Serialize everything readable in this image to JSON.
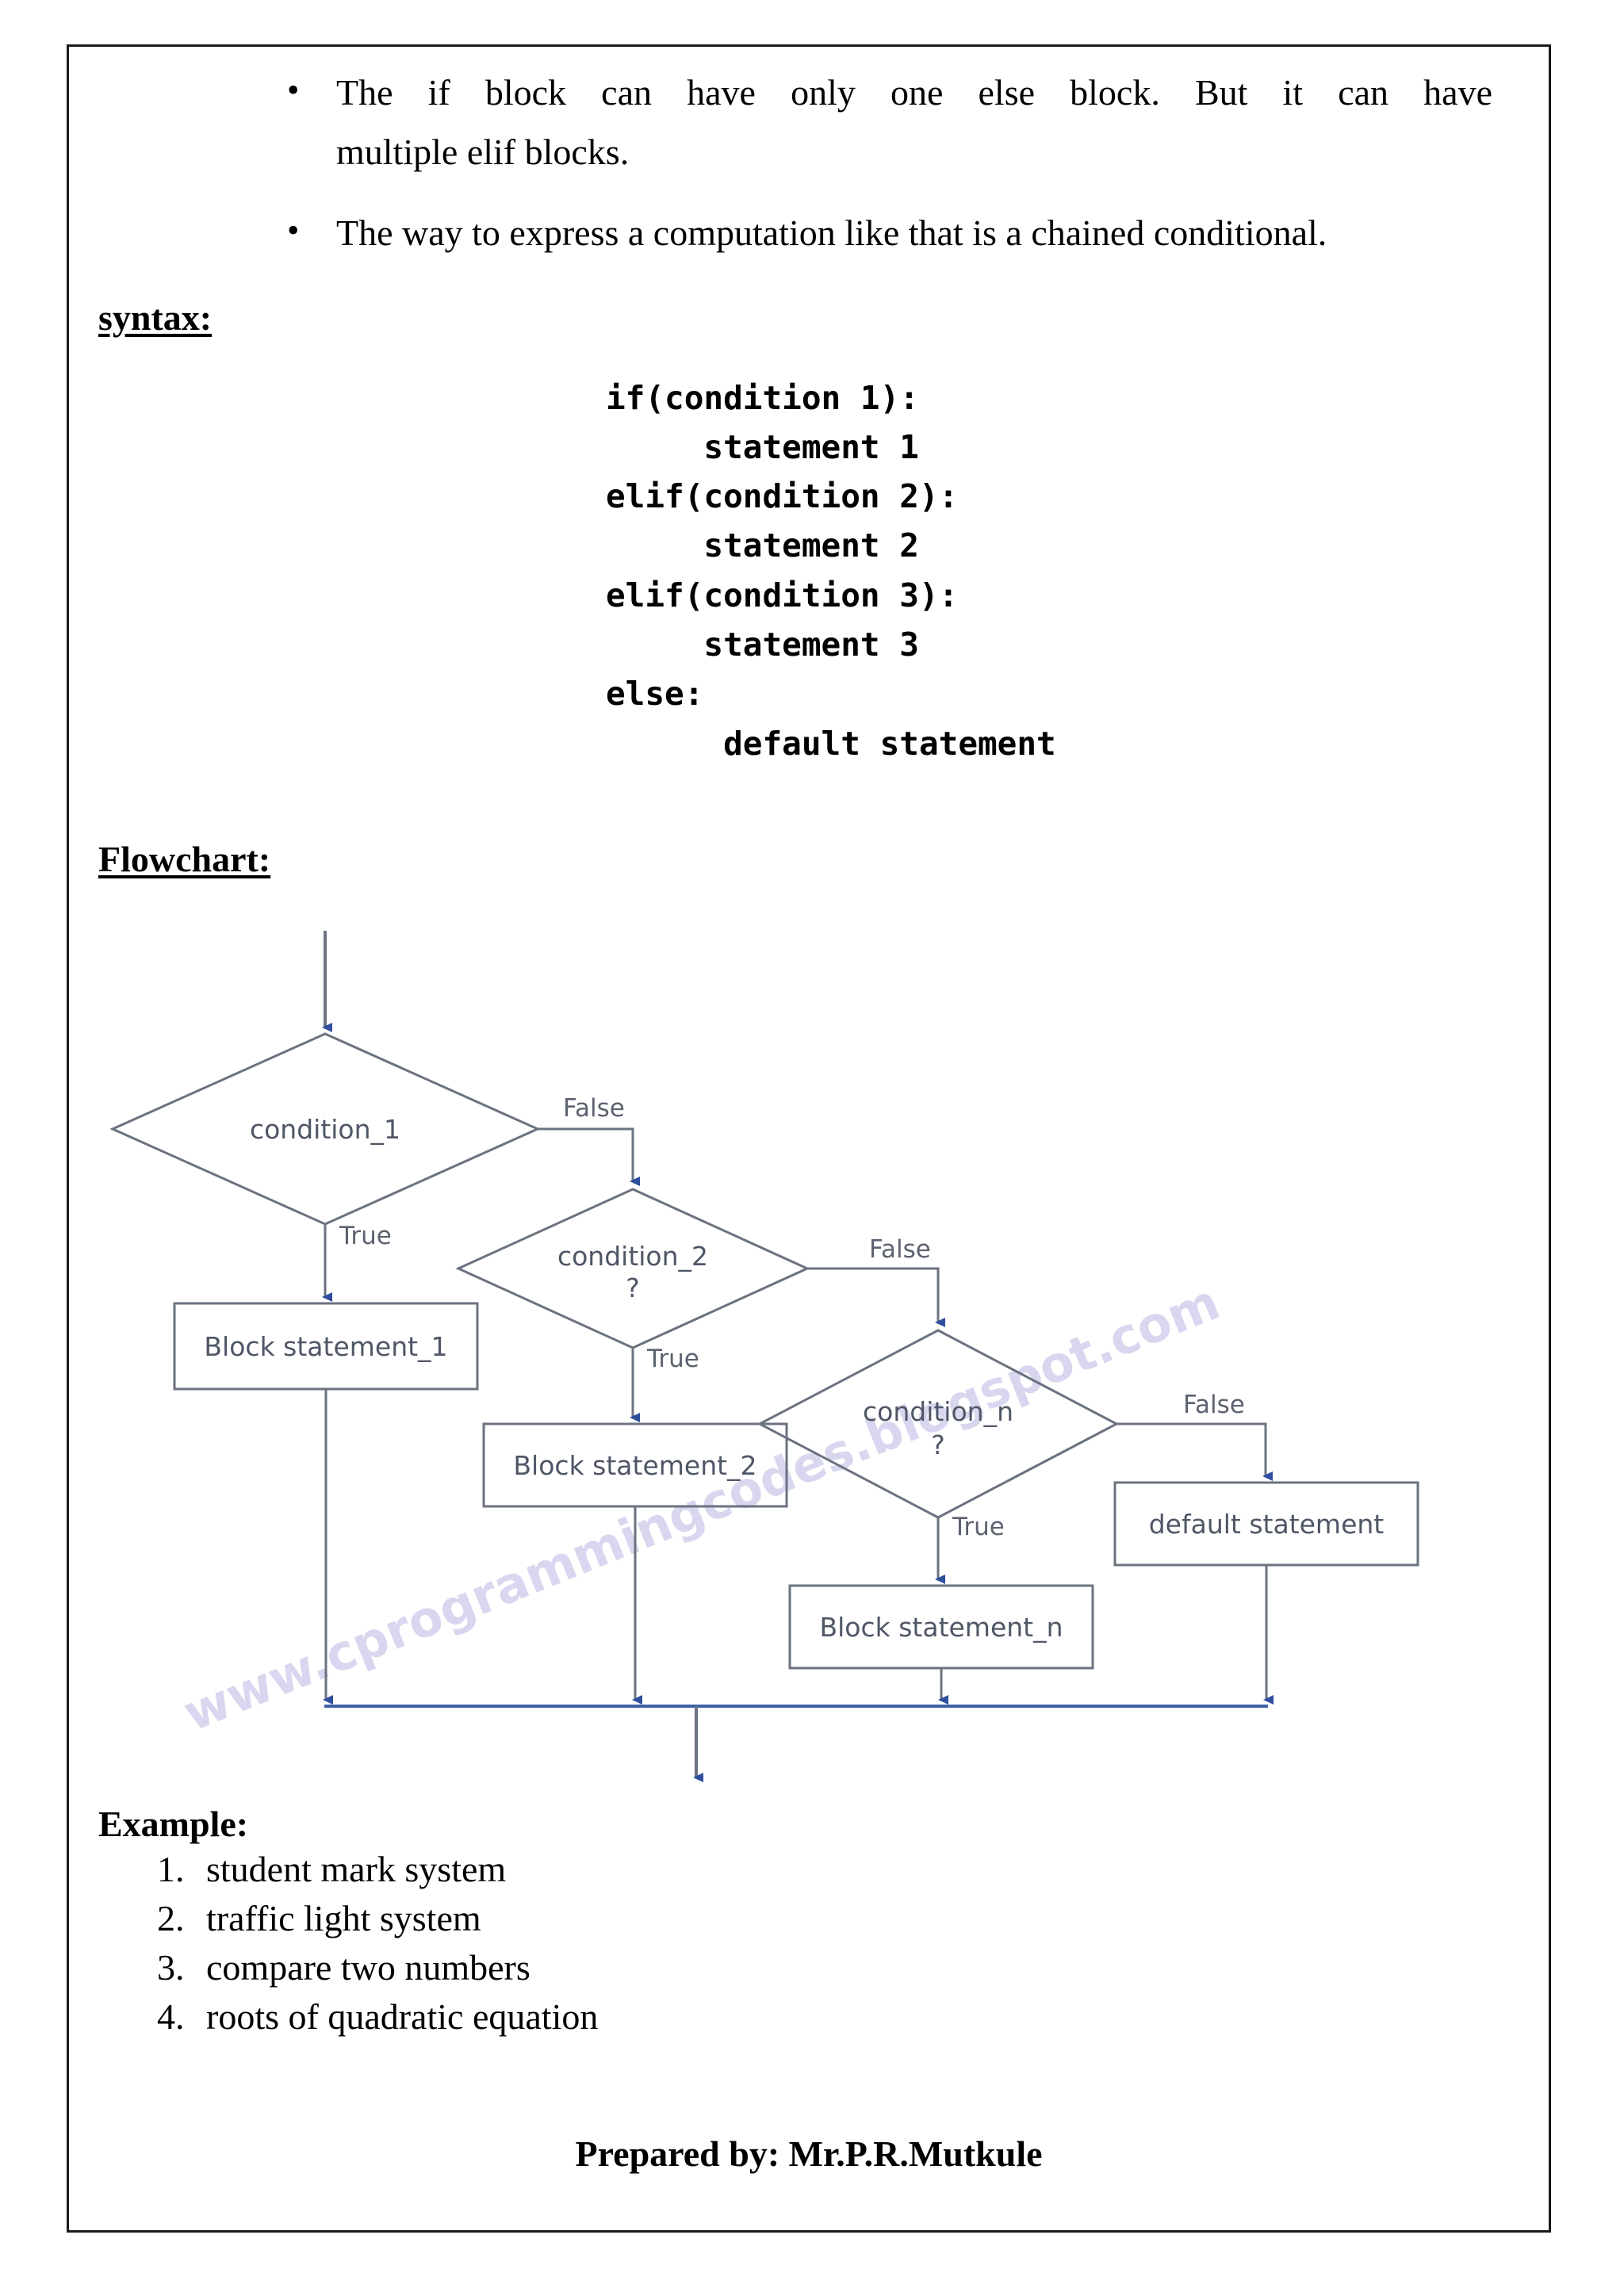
{
  "document": {
    "bullets": [
      {
        "line1": "The if block can have only one else block. But it can have",
        "line2": "multiple elif blocks."
      },
      {
        "text": "The way to express a computation like that is a chained conditional."
      }
    ],
    "syntax_heading": "syntax:",
    "syntax_code": "if(condition 1):\n     statement 1\nelif(condition 2):\n     statement 2\nelif(condition 3):\n     statement 3\nelse:\n      default statement",
    "flowchart_heading": "Flowchart:",
    "example_heading": "Example:",
    "examples": [
      "student mark system",
      "traffic light system",
      "compare two numbers",
      "roots of quadratic equation"
    ],
    "footer": "Prepared by: Mr.P.R.Mutkule"
  },
  "flowchart": {
    "watermark": "www.cprogrammingcodes.blogspot.com",
    "colors": {
      "stroke": "#6b7280",
      "arrow": "#2f4f9e",
      "text": "#4f5666",
      "watermark": "#d9d7ef"
    },
    "nodes": {
      "condition_1": "condition_1",
      "condition_2": "condition_2",
      "condition_2_q": "?",
      "condition_n": "condition_n",
      "condition_n_q": "?",
      "block_1": "Block statement_1",
      "block_2": "Block statement_2",
      "block_n": "Block statement_n",
      "default": "default statement"
    },
    "edges": {
      "false_1": "False",
      "false_2": "False",
      "false_n": "False",
      "true_1": "True",
      "true_2": "True",
      "true_n": "True"
    }
  }
}
